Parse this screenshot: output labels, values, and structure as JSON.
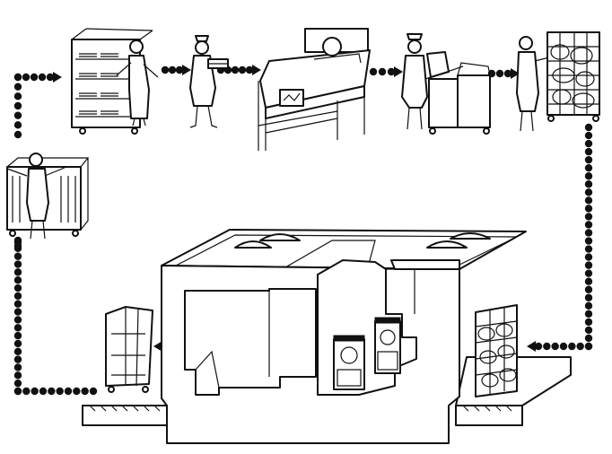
{
  "diagram": {
    "type": "laundry-cycle-illustration",
    "flow_direction": "clockwise",
    "colors": {
      "ink": "#111111",
      "background": "#ffffff"
    },
    "stages": [
      {
        "name": "linen-cupboard",
        "icon": "nurse-at-linen-cupboard-icon"
      },
      {
        "name": "nurse-carrying-linen",
        "icon": "nurse-carrying-linen-icon"
      },
      {
        "name": "patient-bed",
        "icon": "patient-bed-icon"
      },
      {
        "name": "soiled-linen-bagging",
        "icon": "nurse-bagging-linen-icon"
      },
      {
        "name": "filled-laundry-cage",
        "icon": "worker-with-laundry-cage-icon"
      },
      {
        "name": "laundry-building",
        "icon": "laundry-building-icon"
      },
      {
        "name": "clean-linen-trolley",
        "icon": "clean-linen-trolley-icon"
      },
      {
        "name": "restocking-cupboard",
        "icon": "worker-restocking-cupboard-icon"
      }
    ]
  }
}
